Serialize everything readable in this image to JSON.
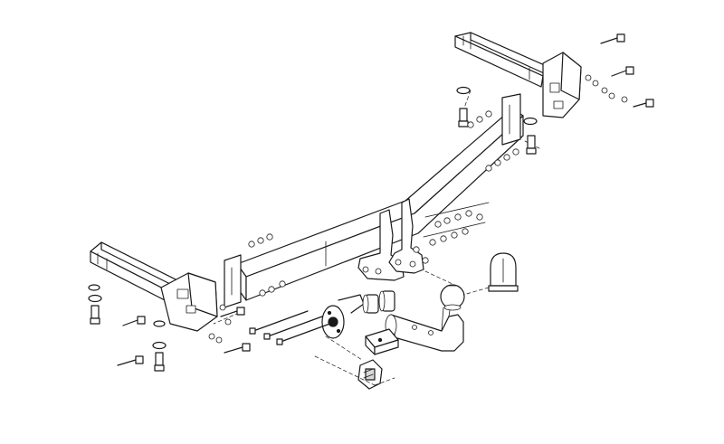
{
  "diagram": {
    "subject": "tow-bar-exploded-assembly",
    "colors": {
      "ink": "#1a1a1a",
      "paper": "#ffffff"
    },
    "parts": [
      "right-side-rail-bracket",
      "left-side-rail-bracket",
      "cross-beam",
      "center-drop-plates",
      "tow-ball-neck",
      "tow-ball",
      "electrical-socket-plate",
      "rubber-bushes",
      "socket-mounting-bracket",
      "wiring-connector",
      "protective-cap",
      "bolts",
      "washers",
      "nuts"
    ]
  }
}
